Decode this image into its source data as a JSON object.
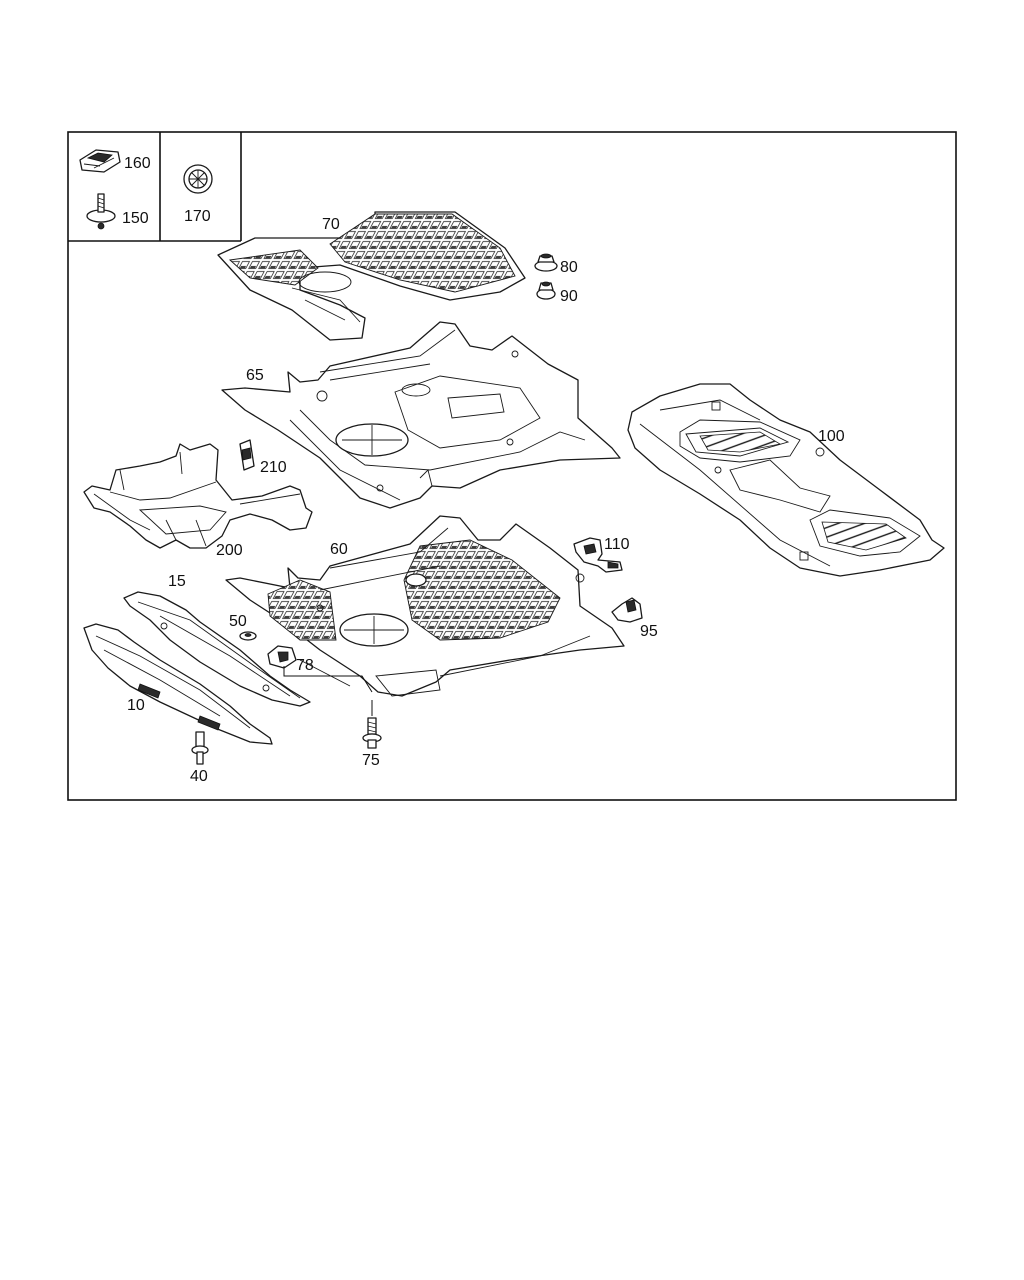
{
  "labels": {
    "p160": "160",
    "p150": "150",
    "p170": "170",
    "p70": "70",
    "p80": "80",
    "p90": "90",
    "p65": "65",
    "p210": "210",
    "p100": "100",
    "p200": "200",
    "p60": "60",
    "p110": "110",
    "p15": "15",
    "p50": "50",
    "p95": "95",
    "p78": "78",
    "p10": "10",
    "p40": "40",
    "p75": "75"
  }
}
